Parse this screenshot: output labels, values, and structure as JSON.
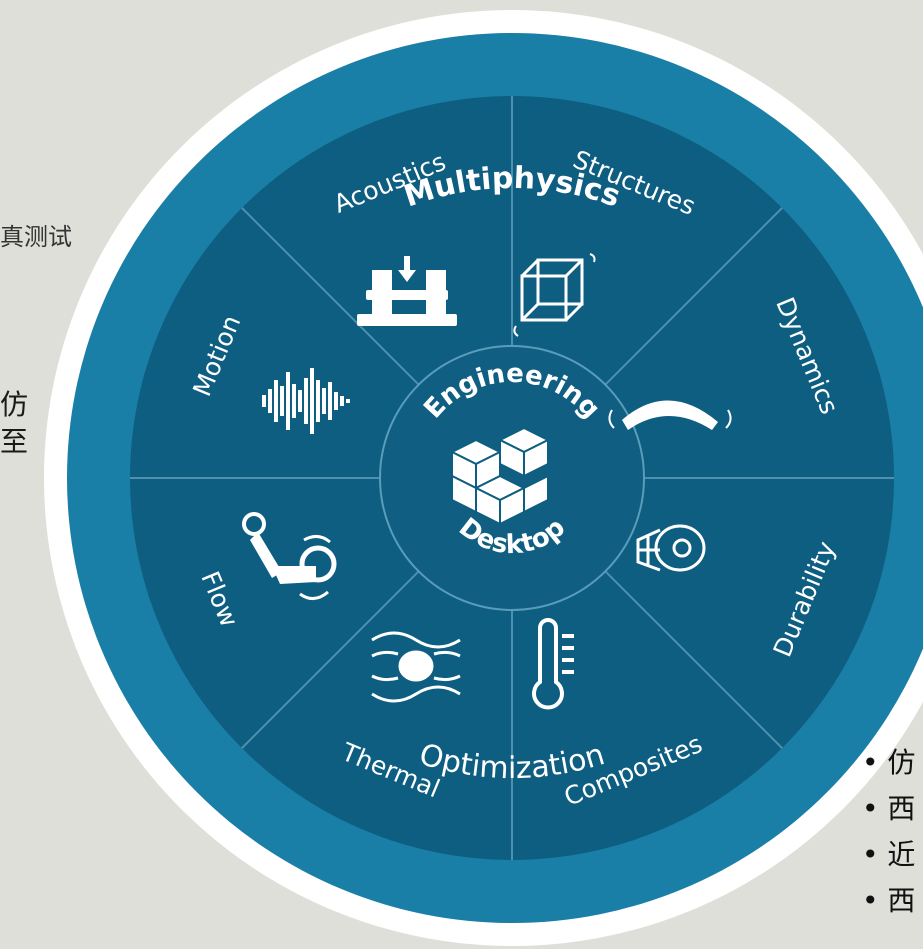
{
  "background_text": [
    {
      "text": "真测试"
    },
    {
      "text": "仿"
    },
    {
      "text": "至"
    }
  ],
  "bullets": [
    "仿",
    "西",
    "近",
    "西"
  ],
  "wheel": {
    "ring_top": "Multiphysics",
    "ring_bottom": "Optimization",
    "hub_top": "Engineering",
    "hub_bottom": "Desktop",
    "segments": [
      {
        "label": "Structures",
        "icon": "beam-press-icon"
      },
      {
        "label": "Dynamics",
        "icon": "vibrating-cube-icon"
      },
      {
        "label": "Durability",
        "icon": "bent-beam-icon"
      },
      {
        "label": "Composites",
        "icon": "fiber-roll-icon"
      },
      {
        "label": "Thermal",
        "icon": "thermometer-icon"
      },
      {
        "label": "Flow",
        "icon": "flow-lines-icon"
      },
      {
        "label": "Motion",
        "icon": "linkage-motion-icon"
      },
      {
        "label": "Acoustics",
        "icon": "sound-wave-icon"
      }
    ],
    "hub_icon": "cube-stack-icon",
    "colors": {
      "outer_white": "#ffffff",
      "ring": "#1a7fa6",
      "sector": "#0e5e82",
      "hub": "#105f83",
      "lines": "#4d90b0"
    }
  }
}
